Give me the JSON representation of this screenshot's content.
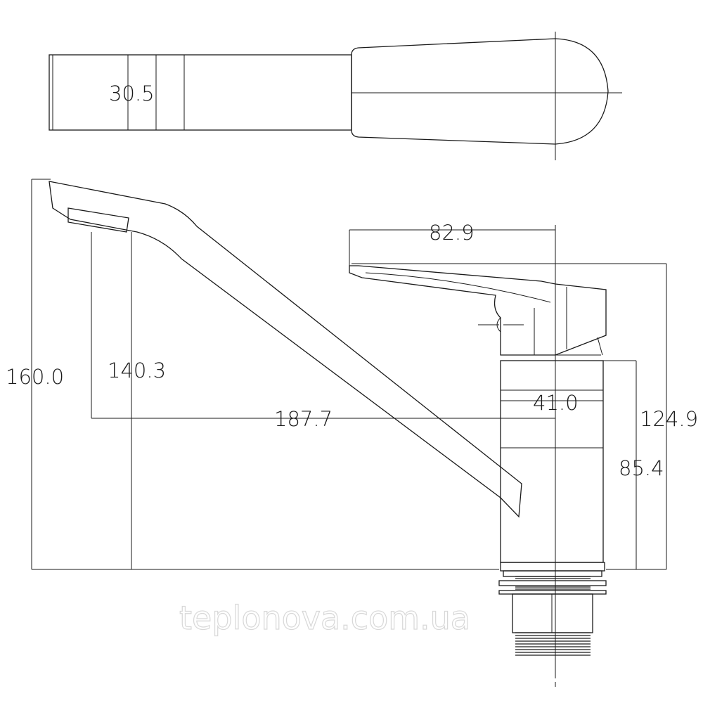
{
  "dimensions": {
    "handle_width": "30.5",
    "total_height": "160.0",
    "spout_height": "140.3",
    "spout_reach": "187.7",
    "handle_length": "82.9",
    "body_diameter": "41.0",
    "handle_height": "124.9",
    "body_height": "85.4"
  },
  "watermark": "teplonova.com.ua",
  "colors": {
    "line": "#1a1a1a",
    "watermark": "#d8d8d8"
  }
}
